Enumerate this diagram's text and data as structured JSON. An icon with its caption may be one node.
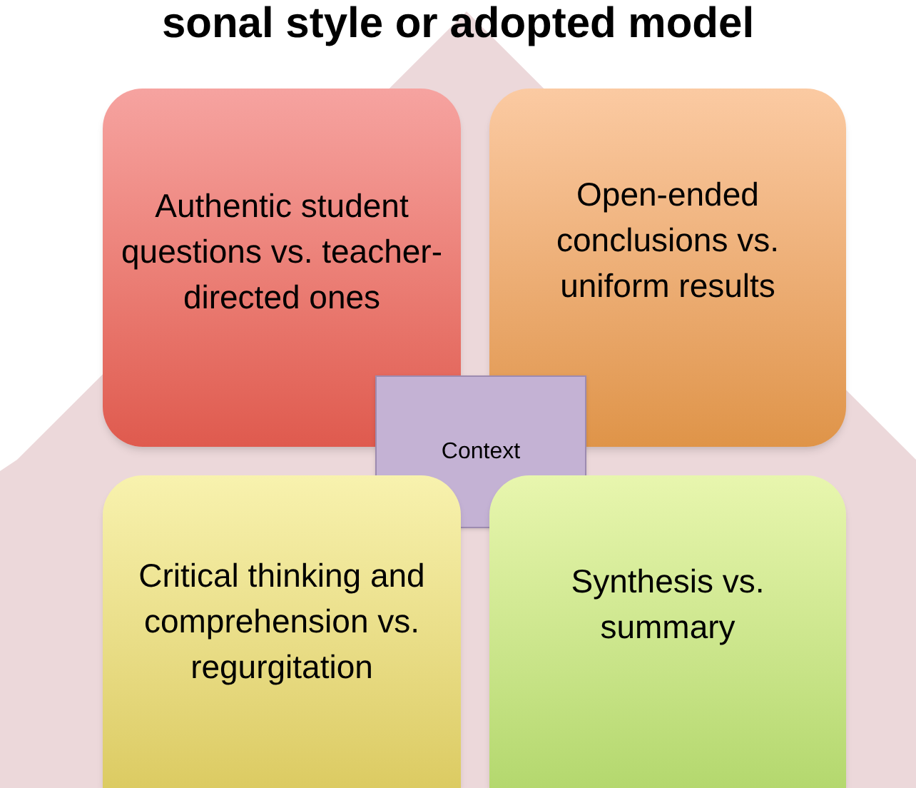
{
  "diagram": {
    "title": "sonal style or adopted model",
    "nodes": [
      {
        "text": [
          "Authentic student questions vs. teacher-directed ones"
        ]
      },
      {
        "text": [
          "Open-ended conclusions vs. uniform results"
        ]
      },
      {
        "text": [
          "Context"
        ]
      },
      {
        "text": [
          "Critical thinking and comprehension vs. regurgitation"
        ]
      },
      {
        "text": [
          "Synthesis vs. summary"
        ]
      }
    ]
  }
}
